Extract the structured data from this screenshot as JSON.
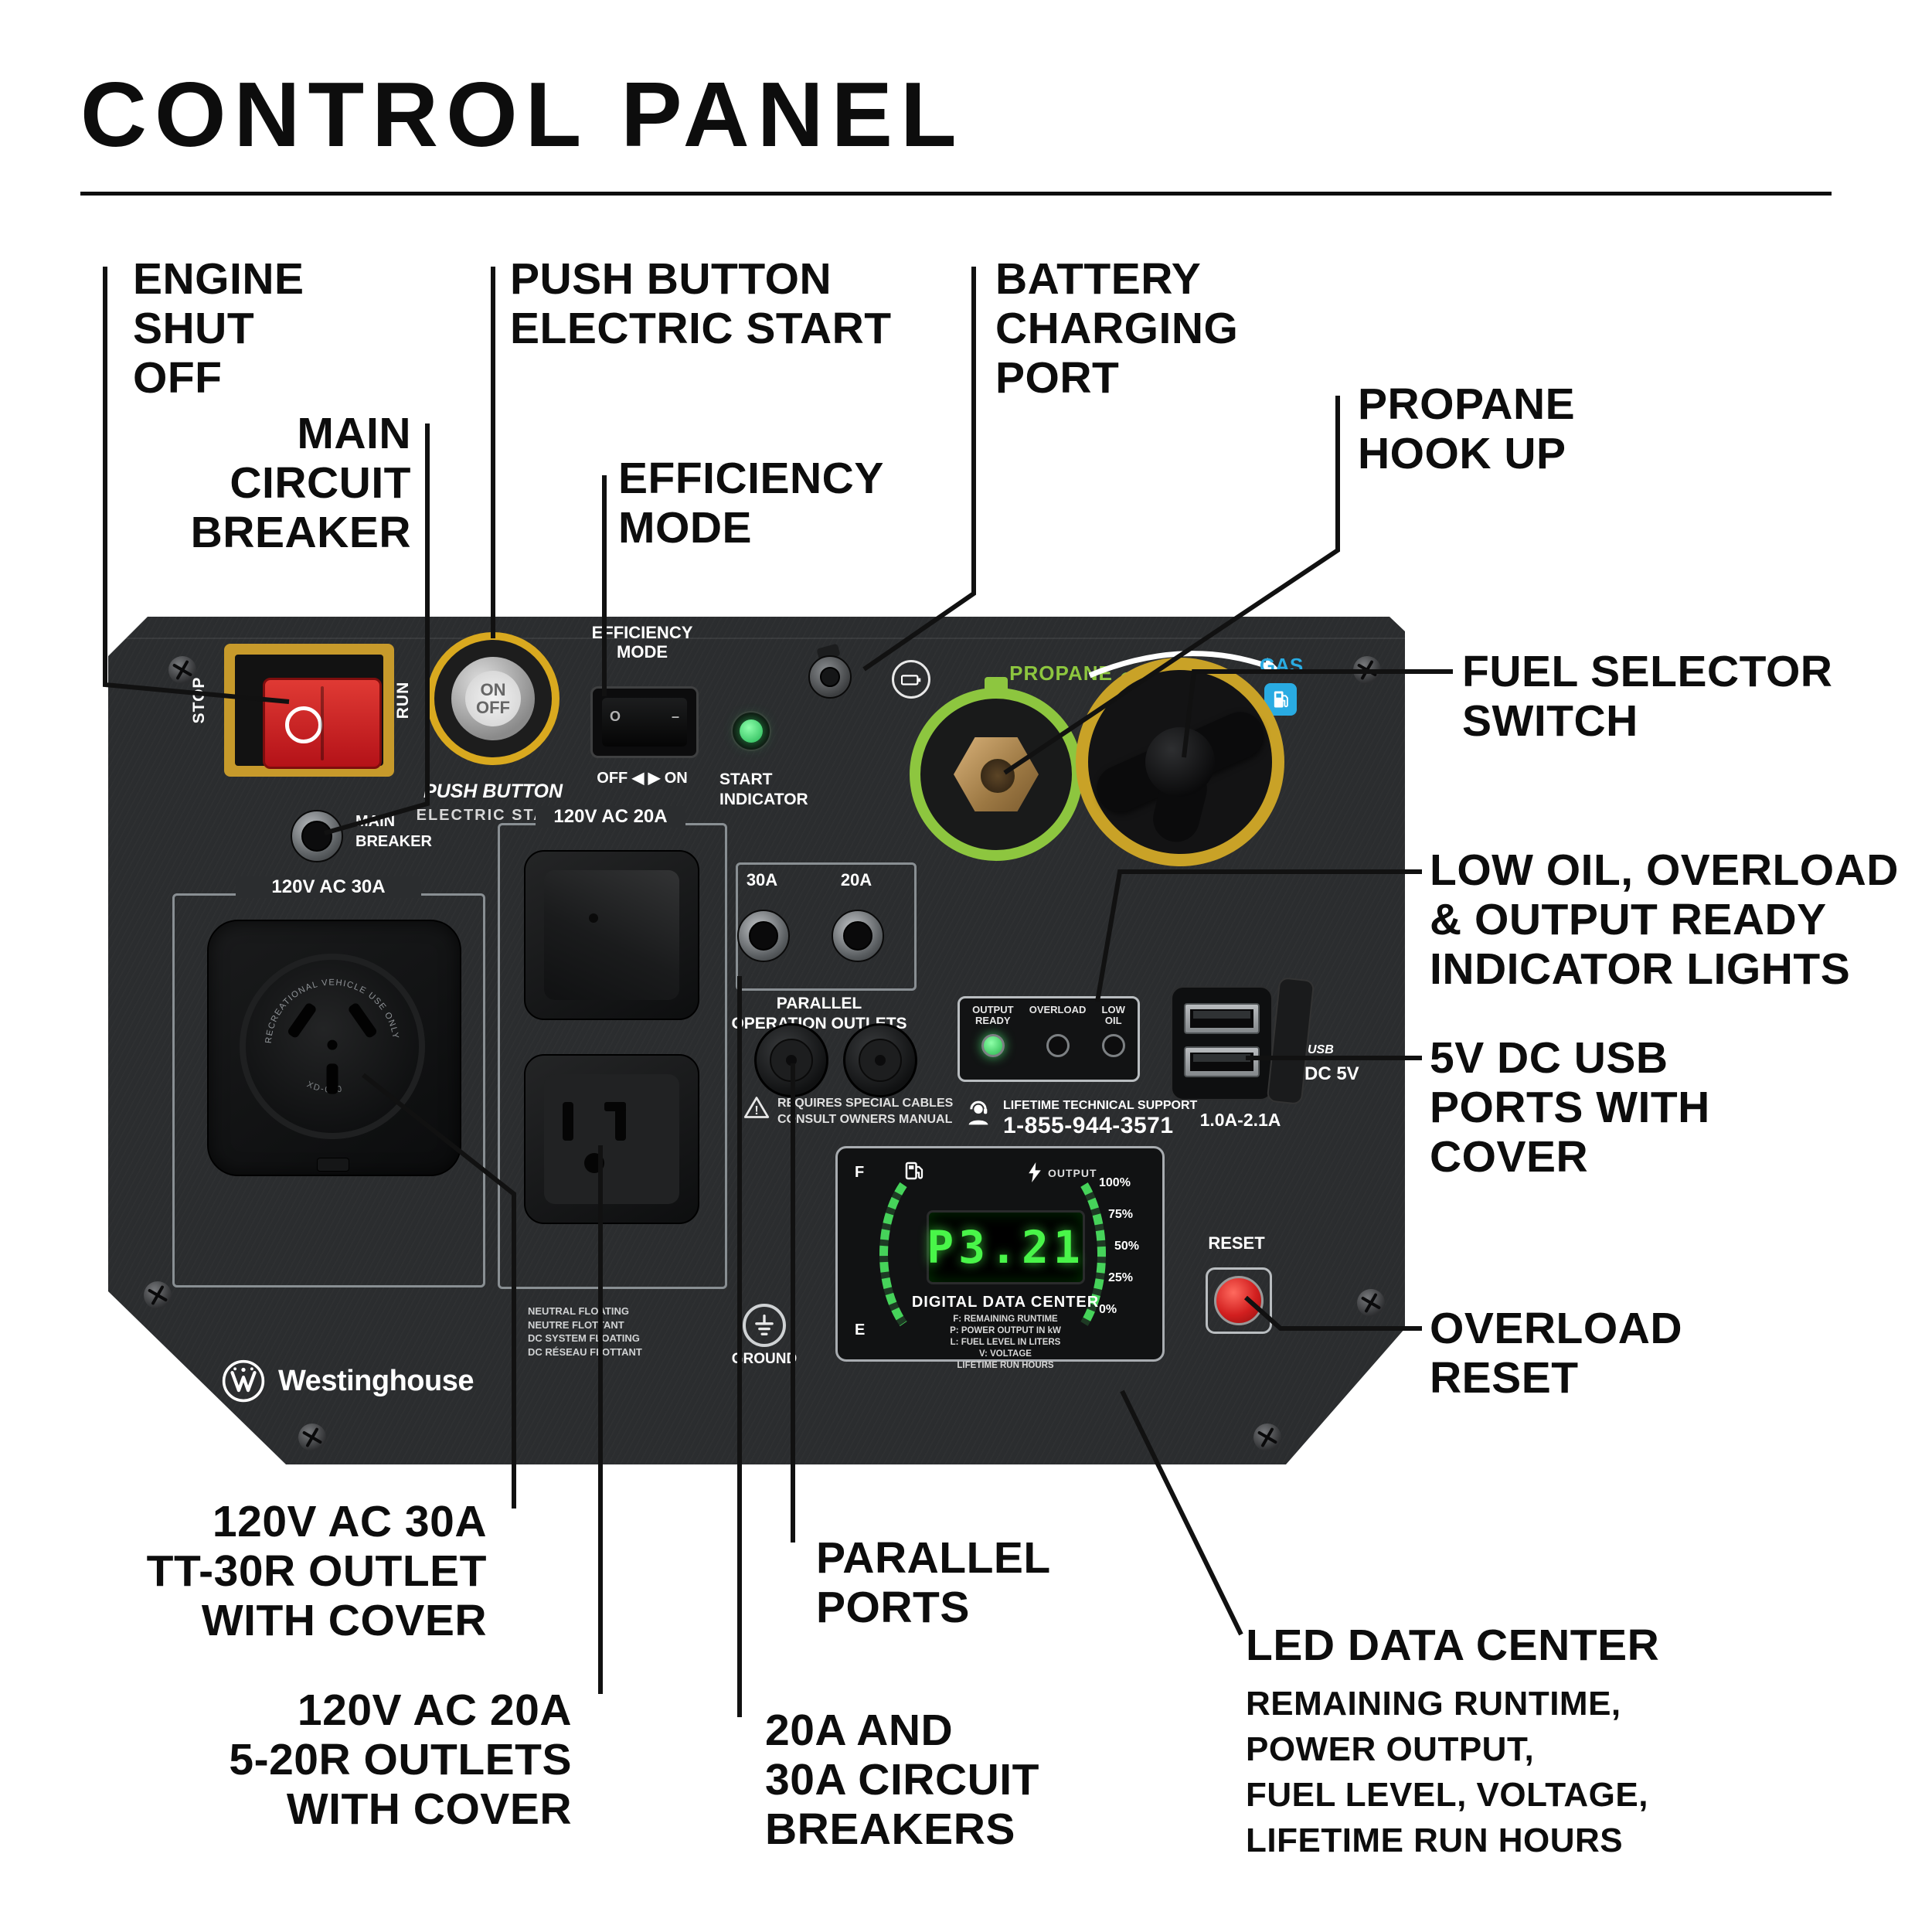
{
  "title": "CONTROL PANEL",
  "callouts": {
    "engine_shut_off": "ENGINE\nSHUT\nOFF",
    "push_button_electric_start": "PUSH BUTTON\nELECTRIC START",
    "battery_charging_port": "BATTERY\nCHARGING\nPORT",
    "main_circuit_breaker": "MAIN\nCIRCUIT\nBREAKER",
    "efficiency_mode": "EFFICIENCY\nMODE",
    "propane_hook_up": "PROPANE\nHOOK UP",
    "fuel_selector_switch": "FUEL SELECTOR\nSWITCH",
    "indicator_lights": "LOW OIL, OVERLOAD\n& OUTPUT READY\nINDICATOR LIGHTS",
    "usb_ports": "5V DC USB\nPORTS WITH\nCOVER",
    "overload_reset": "OVERLOAD\nRESET",
    "outlet_30a": "120V AC 30A\nTT-30R OUTLET\nWITH COVER",
    "outlet_20a": "120V AC 20A\n5-20R OUTLETS\nWITH COVER",
    "parallel_ports": "PARALLEL\nPORTS",
    "circuit_breakers": "20A AND\n30A CIRCUIT\nBREAKERS",
    "led_data_center_title": "LED DATA CENTER",
    "led_data_center_sub": "REMAINING RUNTIME,\nPOWER OUTPUT,\nFUEL LEVEL, VOLTAGE,\nLIFETIME RUN HOURS"
  },
  "panel": {
    "stop": "STOP",
    "run": "RUN",
    "on_off": "ON\nOFF",
    "push_button": "PUSH BUTTON",
    "electric_start": "ELECTRIC START",
    "efficiency_mode_label": "EFFICIENCY\nMODE",
    "off_on": "OFF ◀ ▶ ON",
    "start_indicator": "START\nINDICATOR",
    "main_breaker": "MAIN\nBREAKER",
    "propane": "PROPANE",
    "gas": "GAS",
    "section_30a": "120V AC 30A",
    "section_20a": "120V AC 20A",
    "outlet_ring_text": "RECREATIONAL VEHICLE USE ONLY",
    "outlet_code": "XD-010",
    "breaker_30a": "30A",
    "breaker_20a": "20A",
    "parallel_operation": "PARALLEL\nOPERATION OUTLETS",
    "parallel_warning": "REQUIRES SPECIAL CABLES\nCONSULT OWNERS MANUAL",
    "output_ready": "OUTPUT\nREADY",
    "overload": "OVERLOAD",
    "low_oil": "LOW\nOIL",
    "support_label": "LIFETIME TECHNICAL SUPPORT",
    "support_phone": "1-855-944-3571",
    "usb_label": "USB",
    "dc_5v": "DC 5V",
    "usb_amps": "1.0A-2.1A",
    "reset": "RESET",
    "display_value": "P3.21",
    "display_f": "F",
    "display_e": "E",
    "display_output": "OUTPUT",
    "display_pcts": [
      "100%",
      "75%",
      "50%",
      "25%",
      "0%"
    ],
    "digital_data_center": "DIGITAL DATA CENTER",
    "ddc_lines": "F: REMAINING RUNTIME\nP: POWER OUTPUT IN kW\nL: FUEL LEVEL IN LITERS\nV: VOLTAGE\nLIFETIME RUN HOURS",
    "neutral_floating": "NEUTRAL FLOATING\nNEUTRE FLOTTANT\nDC SYSTEM FLOATING\nDC RÉSEAU FLOTTANT",
    "ground": "GROUND",
    "brand": "Westinghouse"
  },
  "colors": {
    "propane_green": "#8dc63f",
    "gas_blue": "#29abe2",
    "led_green": "#3fd24f",
    "stop_red": "#d6252b",
    "accent_gold": "#d9a91f",
    "panel_bg": "#2b2d2f",
    "display_green": "#49f549"
  }
}
